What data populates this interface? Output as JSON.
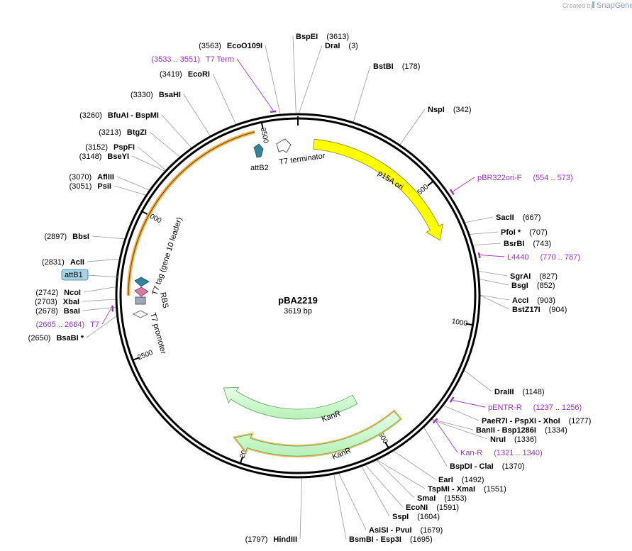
{
  "credit": {
    "prefix": "Created by",
    "brand": "SnapGene"
  },
  "plasmid": {
    "name": "pBA2219",
    "length_label": "3619 bp",
    "length": 3619
  },
  "ticks": [
    {
      "pos": 500,
      "label": "500"
    },
    {
      "pos": 1000,
      "label": "1000"
    },
    {
      "pos": 1500,
      "label": "1500"
    },
    {
      "pos": 2000,
      "label": "2000"
    },
    {
      "pos": 2500,
      "label": "2500"
    },
    {
      "pos": 3000,
      "label": "3000"
    },
    {
      "pos": 3500,
      "label": "3500"
    }
  ],
  "sites": [
    {
      "id": "bspei",
      "label": "BspEI",
      "pos": "(3613)",
      "bp": 3613,
      "side": "right"
    },
    {
      "id": "drai",
      "label": "DraI",
      "pos": "(3)",
      "bp": 3,
      "side": "right"
    },
    {
      "id": "bstbi",
      "label": "BstBI",
      "pos": "(178)",
      "bp": 178,
      "side": "right"
    },
    {
      "id": "nspi",
      "label": "NspI",
      "pos": "(342)",
      "bp": 342,
      "side": "right"
    },
    {
      "id": "sacii",
      "label": "SacII",
      "pos": "(667)",
      "bp": 667,
      "side": "right"
    },
    {
      "id": "pfoi",
      "label": "PfoI *",
      "pos": "(707)",
      "bp": 707,
      "side": "right"
    },
    {
      "id": "bsrbi",
      "label": "BsrBI",
      "pos": "(743)",
      "bp": 743,
      "side": "right"
    },
    {
      "id": "sgrai",
      "label": "SgrAI",
      "pos": "(827)",
      "bp": 827,
      "side": "right"
    },
    {
      "id": "bsgi",
      "label": "BsgI",
      "pos": "(852)",
      "bp": 852,
      "side": "right"
    },
    {
      "id": "acci",
      "label": "AccI",
      "pos": "(903)",
      "bp": 903,
      "side": "right"
    },
    {
      "id": "bstz17i",
      "label": "BstZ17I",
      "pos": "(904)",
      "bp": 904,
      "side": "right"
    },
    {
      "id": "draiii",
      "label": "DraIII",
      "pos": "(1148)",
      "bp": 1148,
      "side": "right"
    },
    {
      "id": "paer7i",
      "label": "PaeR7I  - PspXI  - XhoI",
      "pos": "(1277)",
      "bp": 1277,
      "side": "right"
    },
    {
      "id": "banii",
      "label": "BanII  - Bsp1286I",
      "pos": "(1334)",
      "bp": 1334,
      "side": "right"
    },
    {
      "id": "nrui",
      "label": "NruI",
      "pos": "(1336)",
      "bp": 1336,
      "side": "right"
    },
    {
      "id": "bspdi",
      "label": "BspDI  - ClaI",
      "pos": "(1370)",
      "bp": 1370,
      "side": "right"
    },
    {
      "id": "eari",
      "label": "EarI",
      "pos": "(1492)",
      "bp": 1492,
      "side": "right"
    },
    {
      "id": "tspmi",
      "label": "TspMI  - XmaI",
      "pos": "(1551)",
      "bp": 1551,
      "side": "right"
    },
    {
      "id": "smai",
      "label": "SmaI",
      "pos": "(1553)",
      "bp": 1553,
      "side": "right"
    },
    {
      "id": "econi",
      "label": "EcoNI",
      "pos": "(1591)",
      "bp": 1591,
      "side": "right"
    },
    {
      "id": "sspi",
      "label": "SspI",
      "pos": "(1604)",
      "bp": 1604,
      "side": "right"
    },
    {
      "id": "asisi",
      "label": "AsiSI  - PvuI",
      "pos": "(1679)",
      "bp": 1679,
      "side": "right"
    },
    {
      "id": "bsmbi",
      "label": "BsmBI  - Esp3I",
      "pos": "(1695)",
      "bp": 1695,
      "side": "right"
    },
    {
      "id": "hindiii",
      "label": "HindIII",
      "pos": "(1797)",
      "bp": 1797,
      "side": "left"
    },
    {
      "id": "bsabi",
      "label": "BsaBI *",
      "pos": "(2650)",
      "bp": 2650,
      "side": "left"
    },
    {
      "id": "bsai",
      "label": "BsaI",
      "pos": "(2678)",
      "bp": 2678,
      "side": "left"
    },
    {
      "id": "xbai",
      "label": "XbaI",
      "pos": "(2703)",
      "bp": 2703,
      "side": "left"
    },
    {
      "id": "ncoi",
      "label": "NcoI",
      "pos": "(2742)",
      "bp": 2742,
      "side": "left"
    },
    {
      "id": "acli",
      "label": "AclI",
      "pos": "(2831)",
      "bp": 2831,
      "side": "left"
    },
    {
      "id": "bbsi",
      "label": "BbsI",
      "pos": "(2897)",
      "bp": 2897,
      "side": "left"
    },
    {
      "id": "psii",
      "label": "PsiI",
      "pos": "(3051)",
      "bp": 3051,
      "side": "left"
    },
    {
      "id": "afliii",
      "label": "AflIII",
      "pos": "(3070)",
      "bp": 3070,
      "side": "left"
    },
    {
      "id": "bseyi",
      "label": "BseYI",
      "pos": "(3148)",
      "bp": 3148,
      "side": "left"
    },
    {
      "id": "pspfi",
      "label": "PspFI",
      "pos": "(3152)",
      "bp": 3152,
      "side": "left"
    },
    {
      "id": "btgzi",
      "label": "BtgZI",
      "pos": "(3213)",
      "bp": 3213,
      "side": "left"
    },
    {
      "id": "bfuai",
      "label": "BfuAI  - BspMI",
      "pos": "(3260)",
      "bp": 3260,
      "side": "left"
    },
    {
      "id": "bsahi",
      "label": "BsaHI",
      "pos": "(3330)",
      "bp": 3330,
      "side": "left"
    },
    {
      "id": "ecori",
      "label": "EcoRI",
      "pos": "(3419)",
      "bp": 3419,
      "side": "left"
    },
    {
      "id": "ecoo109i",
      "label": "EcoO109I",
      "pos": "(3563)",
      "bp": 3563,
      "side": "left"
    }
  ],
  "primers": [
    {
      "id": "t7term",
      "label": "T7 Term",
      "range": "(3533 .. 3551)",
      "start": 3533,
      "end": 3551,
      "side": "left"
    },
    {
      "id": "pbr322",
      "label": "pBR322ori-F",
      "range": "(554 .. 573)",
      "start": 554,
      "end": 573,
      "side": "right"
    },
    {
      "id": "l4440",
      "label": "L4440",
      "range": "(770 .. 787)",
      "start": 770,
      "end": 787,
      "side": "right"
    },
    {
      "id": "pentr",
      "label": "pENTR-R",
      "range": "(1237 .. 1256)",
      "start": 1237,
      "end": 1256,
      "side": "right"
    },
    {
      "id": "kanr",
      "label": "Kan-R",
      "range": "(1321 .. 1340)",
      "start": 1321,
      "end": 1340,
      "side": "right"
    },
    {
      "id": "t7",
      "label": "T7",
      "range": "(2665 .. 2684)",
      "start": 2665,
      "end": 2684,
      "side": "left"
    }
  ],
  "features": [
    {
      "id": "p15a",
      "label": "p15A ori",
      "type": "origin",
      "color": "#ffff00"
    },
    {
      "id": "kanr1",
      "label": "KanR",
      "type": "cds",
      "color": "#ccffcc"
    },
    {
      "id": "kanr2",
      "label": "KanR",
      "type": "cds",
      "color": "#ccffcc"
    },
    {
      "id": "t7tag",
      "label": "T7 tag (gene 10 leader)",
      "type": "tag",
      "color": "#ffb347"
    },
    {
      "id": "attb1",
      "label": "attB1",
      "type": "recomb",
      "color": "#a6d4e6"
    },
    {
      "id": "attb2",
      "label": "attB2",
      "type": "recomb",
      "color": "#31849b"
    },
    {
      "id": "t7terminator",
      "label": "T7 terminator",
      "type": "terminator",
      "color": "#ffffff"
    },
    {
      "id": "rbs",
      "label": "RBS",
      "type": "rbs",
      "color": "#d97ba8"
    },
    {
      "id": "t7promoter",
      "label": "T7 promoter",
      "type": "promoter",
      "color": "#ffffff"
    }
  ],
  "colors": {
    "primer": "#9933cc",
    "ring": "#000000",
    "leader": "#999999"
  }
}
